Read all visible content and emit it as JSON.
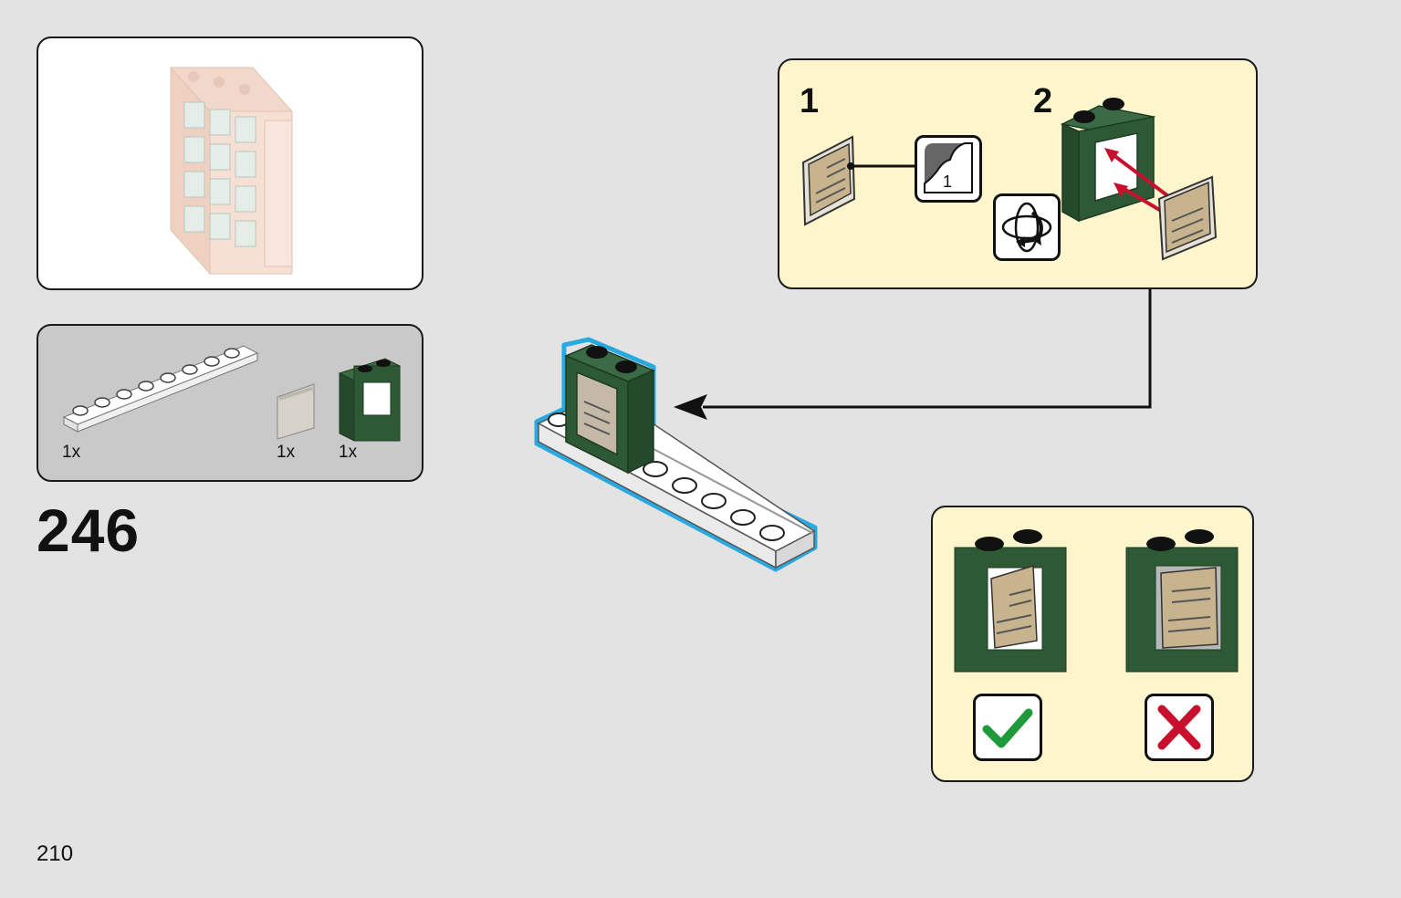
{
  "page": {
    "number": "210"
  },
  "step": {
    "number": "246"
  },
  "parts_list": {
    "items": [
      {
        "name": "white-plate-1x8-with-rail",
        "quantity": "1x",
        "color": "#ffffff"
      },
      {
        "name": "transparent-glass-panel",
        "quantity": "1x",
        "color": "#d6d2ca"
      },
      {
        "name": "dark-green-window-frame",
        "quantity": "1x",
        "color": "#2d5a35"
      }
    ]
  },
  "substeps": {
    "first": {
      "number": "1",
      "sticker_label": "1"
    },
    "second": {
      "number": "2"
    }
  },
  "comparison": {
    "correct_icon": "checkmark-icon",
    "incorrect_icon": "cross-icon"
  },
  "colors": {
    "background": "#e3e3e3",
    "callout": "#fdf5cc",
    "dark_green": "#2d5a35",
    "highlight": "#2aa8e0",
    "arrow_red": "#c8102e",
    "check_green": "#1f9a3a"
  }
}
